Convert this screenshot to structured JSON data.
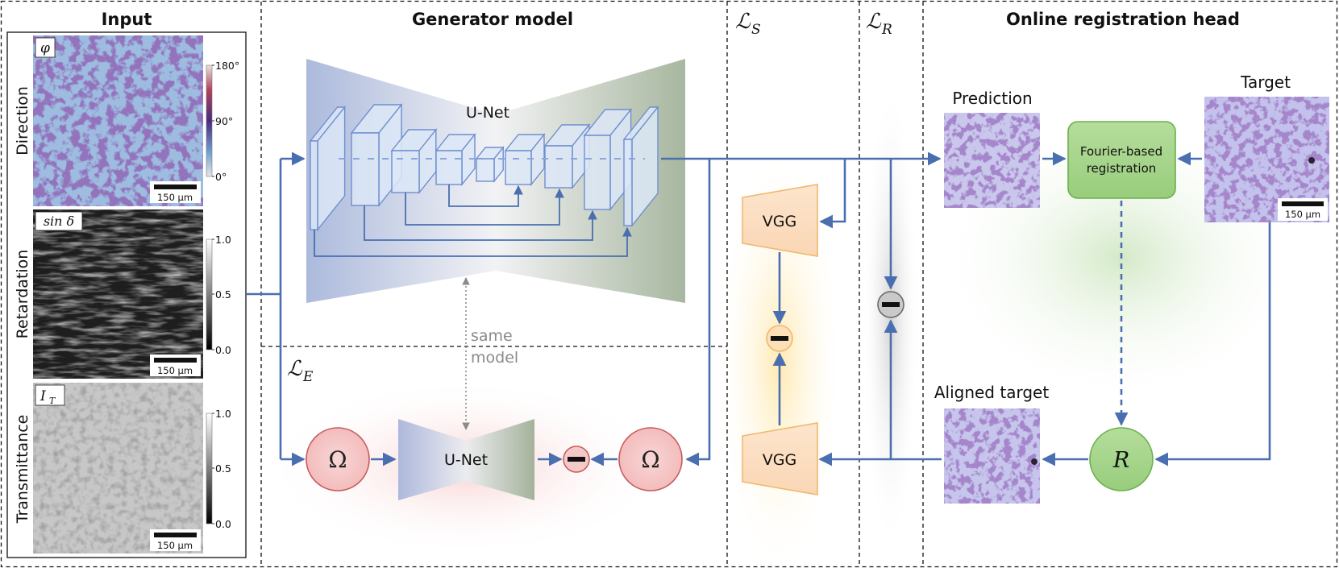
{
  "sections": {
    "input": "Input",
    "generator": "Generator model",
    "loss_s": "S",
    "loss_r": "R",
    "loss_e": "E",
    "registration_head": "Online registration head"
  },
  "input_panels": [
    {
      "row_label": "Direction",
      "symbol": "φ",
      "scale_bar": "150 µm",
      "colorbar_ticks": [
        "180°",
        "90°",
        "0°"
      ]
    },
    {
      "row_label": "Retardation",
      "symbol": "sin δ",
      "scale_bar": "150 µm",
      "colorbar_ticks": [
        "1.0",
        "0.5",
        "0.0"
      ]
    },
    {
      "row_label": "Transmittance",
      "symbol": "I",
      "symbol_sub": "T",
      "scale_bar": "150 µm",
      "colorbar_ticks": [
        "1.0",
        "0.5",
        "0.0"
      ]
    }
  ],
  "generator": {
    "unet_label": "U-Net",
    "same_model_label": [
      "same",
      "model"
    ],
    "omega_symbol": "Ω",
    "minus_symbol": "−"
  },
  "vgg_label": "VGG",
  "registration": {
    "prediction_label": "Prediction",
    "target_label": "Target",
    "aligned_target_label": "Aligned target",
    "fourier_label": [
      "Fourier-based",
      "registration"
    ],
    "r_symbol": "R",
    "target_scale_bar": "150 µm"
  },
  "colors": {
    "arrow_blue": "#4a6fb0",
    "box_border": "#6f8ed0",
    "box_fill": "#dce8f7",
    "omega_fill": "#f6c9c9",
    "omega_border": "#c55a5a",
    "vgg_fill": "#fbe0c4",
    "vgg_border": "#f0b86e",
    "green_fill": "#a7d58e",
    "green_border": "#6ab04c",
    "purple_stain": "#6a3fa3"
  }
}
